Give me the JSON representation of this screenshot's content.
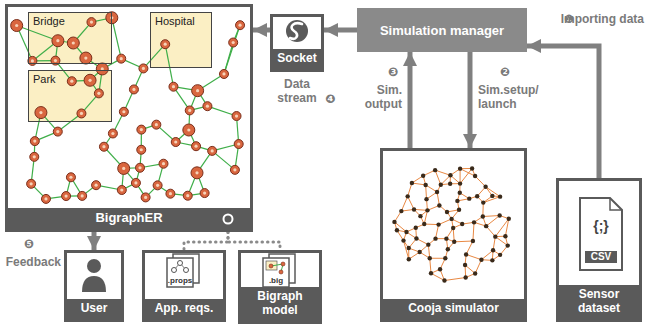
{
  "diagram": {
    "nodes": [
      {
        "text": [
          "BigraphER"
        ]
      },
      {
        "text": [
          "Bridge"
        ],
        "in": 0
      },
      {
        "text": [
          "Hospital"
        ],
        "in": 0
      },
      {
        "text": [
          "Park"
        ],
        "in": 0
      },
      {
        "text": [
          "Socket"
        ]
      },
      {
        "text": [
          "Simulation manager"
        ]
      },
      {
        "text": [
          "Cooja simulator"
        ]
      },
      {
        "text": [
          "Sensor dataset"
        ]
      },
      {
        "text": [
          "User"
        ]
      },
      {
        "text": [
          "App. reqs."
        ]
      },
      {
        "text": [
          "Bigraph model"
        ]
      }
    ],
    "edges": [
      {
        "from": 7,
        "to": 5,
        "arrow": "to",
        "label": "Importing data"
      },
      {
        "from": 5,
        "to": 6,
        "arrow": "to",
        "label": "Sim.setup/ launch"
      },
      {
        "from": 6,
        "to": 5,
        "arrow": "to",
        "label": "Sim. output"
      },
      {
        "from": 5,
        "to": 4,
        "arrow": "to"
      },
      {
        "from": 4,
        "to": 0,
        "arrow": "to"
      },
      {
        "from": 0,
        "to": 8,
        "arrow": "to",
        "label": "Feedback"
      },
      {
        "from": 0,
        "to": 9,
        "arrow": "none"
      },
      {
        "from": 0,
        "to": 10,
        "arrow": "none"
      }
    ],
    "labels": [
      "❶",
      "❷",
      "❸",
      "❹",
      "❺",
      "Data stream",
      ".props",
      ".big",
      "{;}",
      "CSV"
    ]
  }
}
